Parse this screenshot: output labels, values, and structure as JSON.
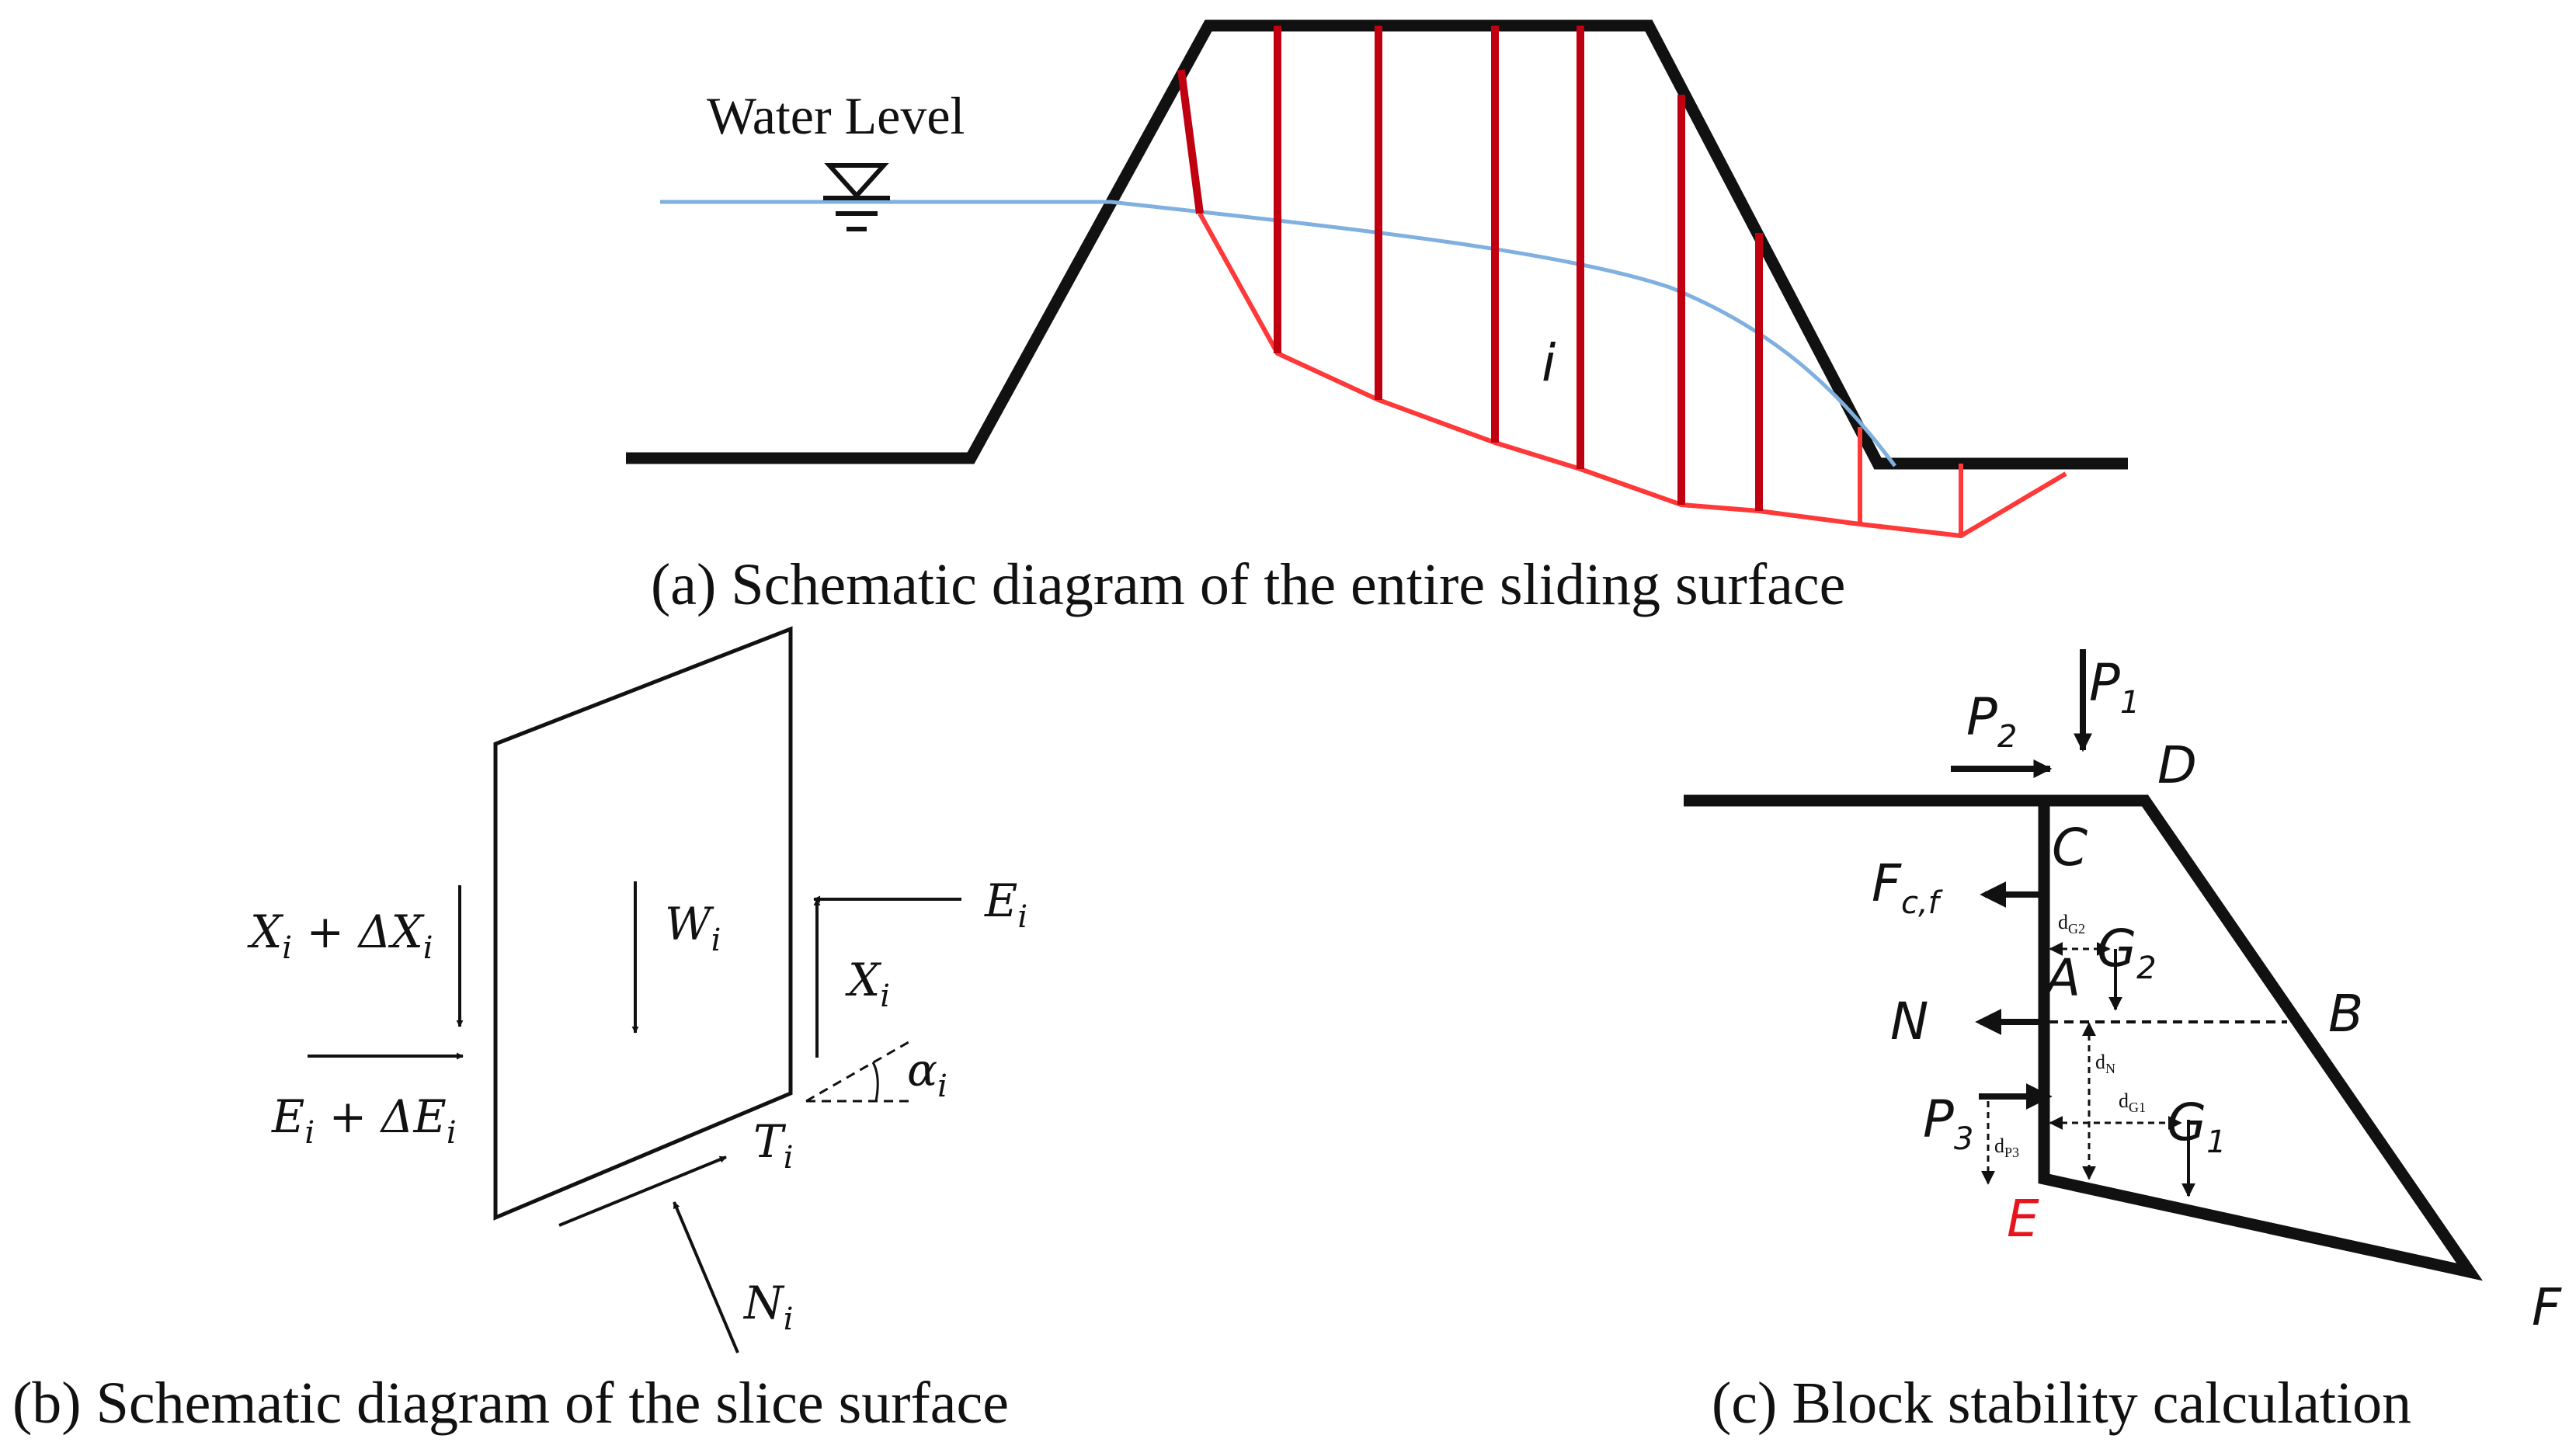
{
  "panel_a": {
    "water_level": "Water Level",
    "slice_label": "i",
    "caption": "(a) Schematic diagram of the entire sliding surface",
    "colors": {
      "embankment": "#111111",
      "water_line": "#7fb0df",
      "slice_lines": "#c00010",
      "slip_surface": "#ff3838"
    }
  },
  "panel_b": {
    "caption": "(b) Schematic diagram of the slice surface",
    "labels": {
      "x_left_main": "X",
      "x_left_sub": "i",
      "x_left_plus": " + ΔX",
      "x_left_plus_sub": "i",
      "e_left_main": "E",
      "e_left_sub": "i",
      "e_left_plus": " + ΔE",
      "e_left_plus_sub": "i",
      "w_main": "W",
      "w_sub": "i",
      "e_right_main": "E",
      "e_right_sub": "i",
      "x_right_main": "X",
      "x_right_sub": "i",
      "alpha_main": "α",
      "alpha_sub": "i",
      "t_main": "T",
      "t_sub": "i",
      "n_main": "N",
      "n_sub": "i"
    }
  },
  "panel_c": {
    "caption": "(c) Block stability calculation",
    "labels": {
      "p1_main": "P",
      "p1_sub": "1",
      "p2_main": "P",
      "p2_sub": "2",
      "p3_main": "P",
      "p3_sub": "3",
      "fcf_main": "F",
      "fcf_sub": "c,f",
      "g1_main": "G",
      "g1_sub": "1",
      "g2_main": "G",
      "g2_sub": "2",
      "n": "N",
      "a": "A",
      "b": "B",
      "c": "C",
      "d": "D",
      "e": "E",
      "f": "F",
      "dg2": "d",
      "dg2_sub": "G2",
      "dn": "d",
      "dn_sub": "N",
      "dg1": "d",
      "dg1_sub": "G1",
      "dp3": "d",
      "dp3_sub": "P3"
    },
    "colors": {
      "point_e": "#e8141c"
    }
  }
}
